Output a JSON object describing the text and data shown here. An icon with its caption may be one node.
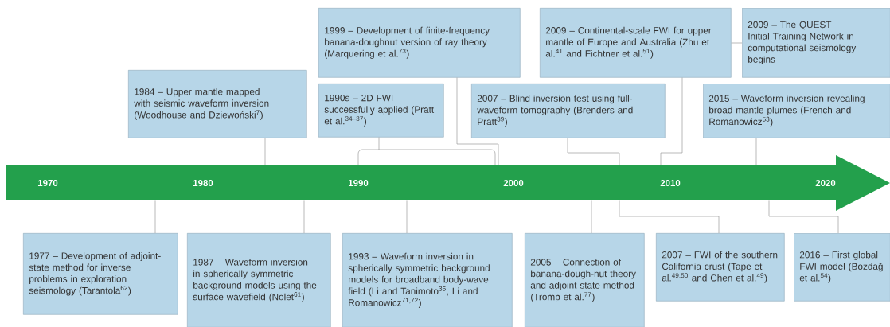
{
  "diagram": {
    "nodes": [
      {
        "text": [
          "1999 – Development of finite-frequency banana-doughnut version of ray theory (Marquering et al.$^{73}$)"
        ]
      },
      {
        "text": [
          "2009 – Continental-scale FWI for upper mantle of Europe and Australia (Zhu et al.$^{41}$ and Fichtner et al.$^{51}$)"
        ]
      },
      {
        "text": [
          "2009 – The QUEST Initial Training Network in computational seismology begins"
        ]
      },
      {
        "text": [
          "1984 – Upper mantle mapped with seismic waveform inversion (Woodhouse and Dziewoński$^{7}$)"
        ]
      },
      {
        "text": [
          "1990s – 2D FWI successfully applied (Pratt et al.$^{34–37}$)"
        ]
      },
      {
        "text": [
          "2007 – Blind inversion test using full-waveform tomography (Brenders and Pratt$^{39}$)"
        ]
      },
      {
        "text": [
          "2015 – Waveform inversion revealing broad mantle plumes (French and Romanowicz$^{53}$)"
        ]
      },
      {
        "text": [],
        "shape": "arrow"
      },
      {
        "text": [
          "1977 – Development of adjoint-state method for inverse problems in exploration seismology (Tarantola$^{62}$)"
        ]
      },
      {
        "text": [
          "1987 – Waveform inversion in spherically symmetric background models using the surface wavefield (Nolet$^{61}$)"
        ]
      },
      {
        "text": [
          "1993 – Waveform inversion in spherically symmetric background models for broadband body-wave field (Li and Tanimoto$^{36}$, Li and Romanowicz$^{71,72}$)"
        ]
      },
      {
        "text": [
          "2005 – Connection of banana-dough-nut theory and adjoint-state method (Tromp et al.$^{77}$)"
        ]
      },
      {
        "text": [
          "2007 – FWI of the southern California crust (Tape et al.$^{49,50}$ and Chen et al.$^{49}$)"
        ]
      },
      {
        "text": [
          "2016 – First global FWI model (Bozdağ et al.$^{54}$)"
        ]
      }
    ],
    "edges": [
      {
        "from": 3,
        "to": 7,
        "arrow": "none"
      },
      {
        "from": 0,
        "to": 7,
        "arrow": "none"
      },
      {
        "from": 4,
        "to": 7,
        "arrow": "none"
      },
      {
        "from": 1,
        "to": 7,
        "arrow": "none"
      },
      {
        "from": 2,
        "to": 1,
        "arrow": "none"
      },
      {
        "from": 5,
        "to": 7,
        "arrow": "none"
      },
      {
        "from": 6,
        "to": 7,
        "arrow": "none"
      },
      {
        "from": 8,
        "to": 7,
        "arrow": "none"
      },
      {
        "from": 9,
        "to": 7,
        "arrow": "none"
      },
      {
        "from": 10,
        "to": 7,
        "arrow": "none"
      },
      {
        "from": 11,
        "to": 7,
        "arrow": "none"
      },
      {
        "from": 12,
        "to": 7,
        "arrow": "none"
      },
      {
        "from": 13,
        "to": 7,
        "arrow": "none"
      }
    ],
    "labels": [
      "1970",
      "1980",
      "1990",
      "2000",
      "2010",
      "2020"
    ]
  }
}
